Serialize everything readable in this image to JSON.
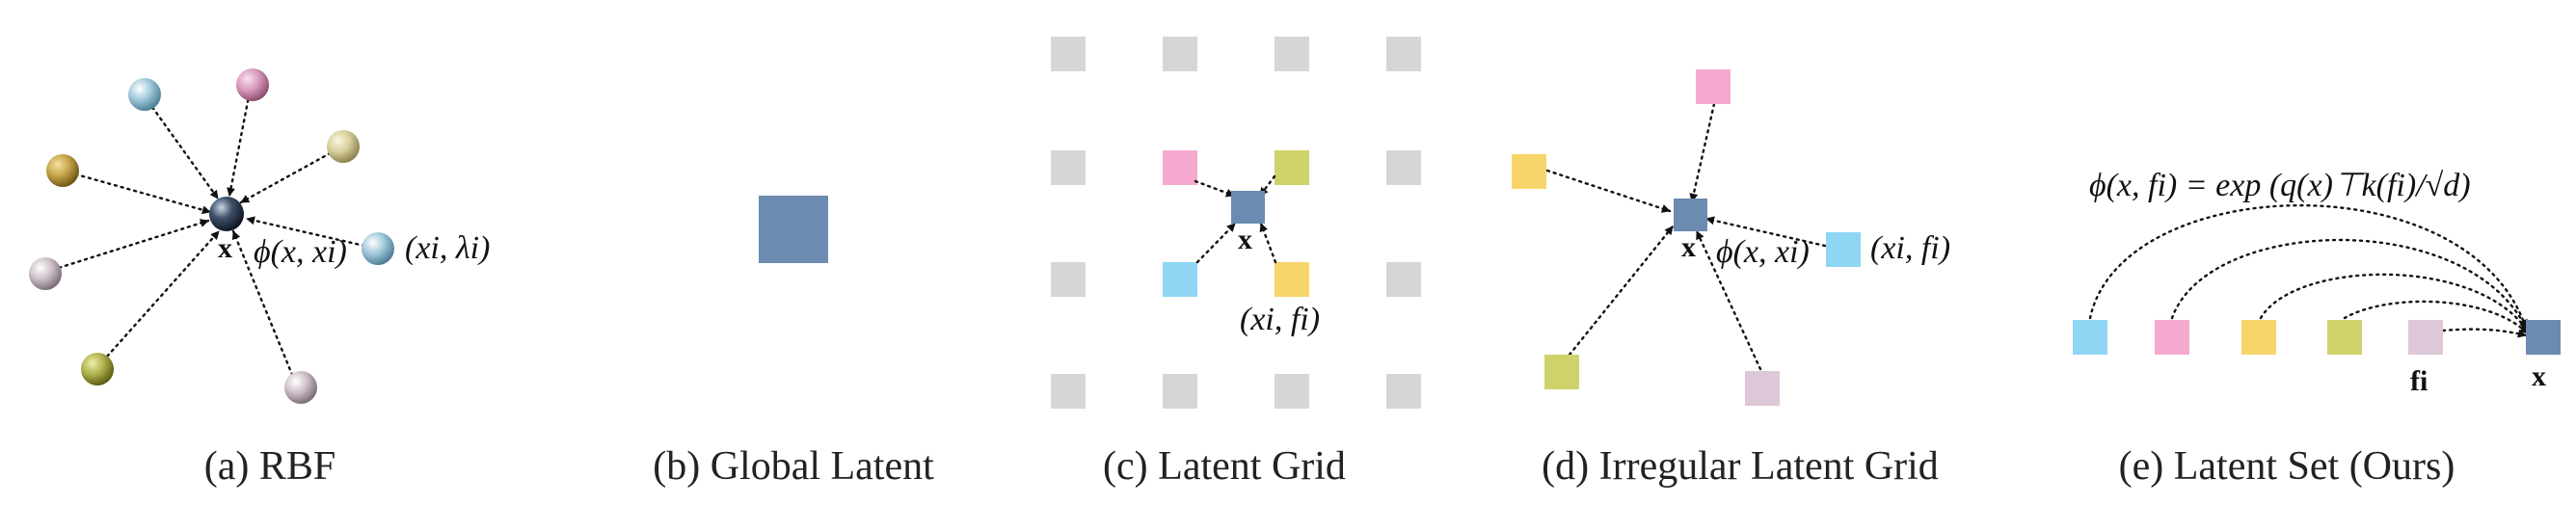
{
  "panels": {
    "rbf": {
      "caption": "(a) RBF",
      "center_label": "x",
      "kernel_label": "ϕ(x, xi)",
      "point_label": "(xi, λi)"
    },
    "global": {
      "caption": "(b) Global Latent"
    },
    "grid": {
      "caption": "(c) Latent Grid",
      "center_label": "x",
      "point_label": "(xi, fi)"
    },
    "irregular": {
      "caption": "(d) Irregular Latent Grid",
      "center_label": "x",
      "kernel_label": "ϕ(x, xi)",
      "point_label": "(xi, fi)"
    },
    "set": {
      "caption": "(e) Latent Set (Ours)",
      "formula": "ϕ(x, fi) = exp (q(x)⊤k(fi)/√d)",
      "latent_label": "fi",
      "center_label": "x"
    }
  },
  "colors": {
    "query": "#6b8bb0",
    "pink": "#f5a9cf",
    "green": "#cfd16b",
    "yellow": "#f8d56b",
    "cyan": "#8fd6f5",
    "lilac": "#ddc8d8",
    "grid_gray": "#d6d6d6"
  }
}
